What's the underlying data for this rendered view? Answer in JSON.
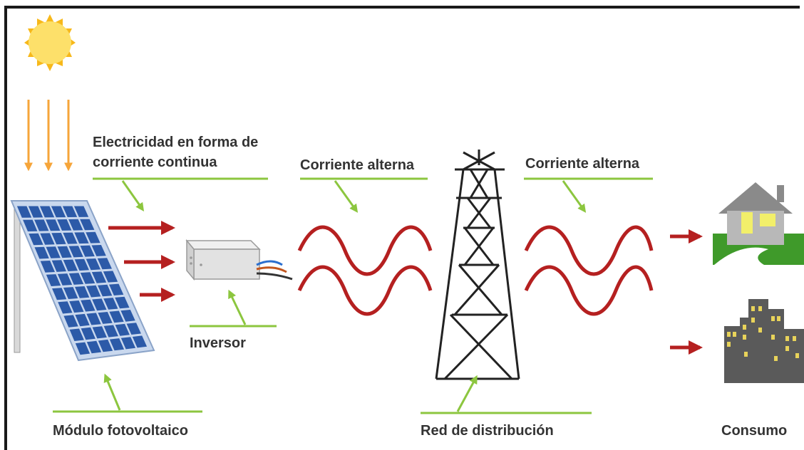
{
  "labels": {
    "dc_line1": "Electricidad en forma de",
    "dc_line2": "corriente continua",
    "ac_left": "Corriente alterna",
    "ac_right": "Corriente alterna",
    "inverter": "Inversor",
    "module": "Módulo fotovoltaico",
    "grid": "Red de distribución",
    "consumption": "Consumo"
  },
  "colors": {
    "frame": "#1a1a1a",
    "sun": "#f7b81a",
    "sun_core": "#fde06a",
    "sun_rays": "#f6a53a",
    "callout": "#8cc63f",
    "flow_arrow": "#b52020",
    "wave": "#b52020",
    "panel_cell": "#2c5aa8",
    "panel_grid": "#c9d8ee",
    "tower": "#222222",
    "house_roof": "#8a8a8a",
    "house_wall": "#b8b8b8",
    "window": "#f2ef6a",
    "lawn": "#3f9a2a",
    "city": "#5a5a5a",
    "city_window": "#e8d35a",
    "text": "#333333"
  }
}
